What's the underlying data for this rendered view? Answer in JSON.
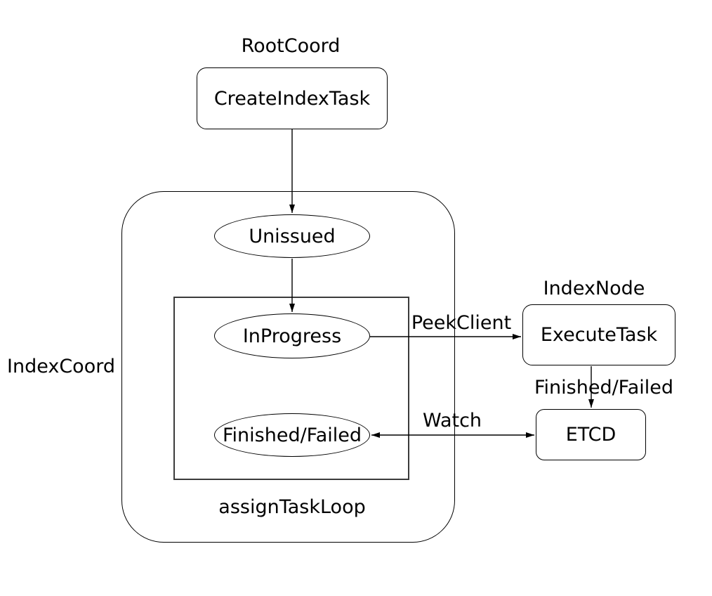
{
  "diagram": {
    "group_labels": {
      "root_coord": "RootCoord",
      "index_coord": "IndexCoord",
      "index_node": "IndexNode",
      "assign_task_loop": "assignTaskLoop"
    },
    "nodes": {
      "create_index_task": "CreateIndexTask",
      "unissued": "Unissued",
      "in_progress": "InProgress",
      "finished_failed": "Finished/Failed",
      "execute_task": "ExecuteTask",
      "etcd": "ETCD"
    },
    "edge_labels": {
      "peek_client": "PeekClient",
      "finished_failed": "Finished/Failed",
      "watch": "Watch"
    },
    "edges": [
      {
        "from": "create_index_task",
        "to": "unissued",
        "label": ""
      },
      {
        "from": "unissued",
        "to": "in_progress",
        "label": ""
      },
      {
        "from": "in_progress",
        "to": "execute_task",
        "label": "PeekClient"
      },
      {
        "from": "execute_task",
        "to": "etcd",
        "label": "Finished/Failed"
      },
      {
        "from": "etcd",
        "to": "finished_failed",
        "label": "Watch",
        "bidirectional": true
      }
    ],
    "colors": {
      "stroke": "#000000",
      "inner_container_stroke": "#3b3b3b",
      "text": "#000000",
      "background": "#ffffff"
    }
  }
}
